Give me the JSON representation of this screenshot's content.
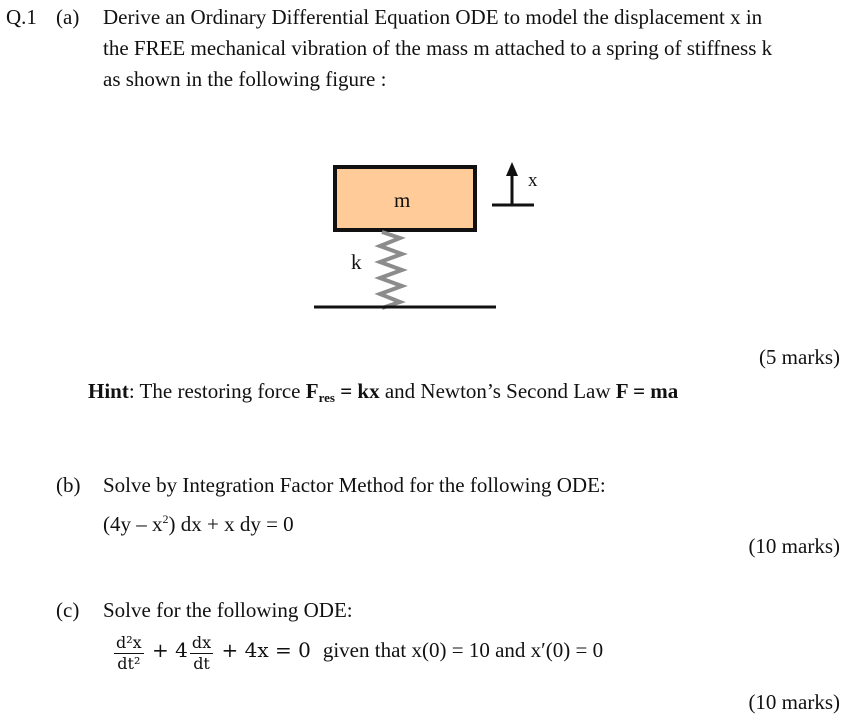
{
  "question": {
    "number": "Q.1",
    "part_a": {
      "label": "(a)",
      "lines": [
        "Derive an Ordinary Differential Equation ODE to model the displacement x in",
        "the FREE mechanical vibration of the mass m attached to a spring of stiffness k",
        "as shown in the following figure :"
      ],
      "figure": {
        "mass_label": "m",
        "spring_label": "k",
        "displacement_label": "x",
        "mass_fill": "#FFCC99",
        "spring_color": "#8C8C8C"
      },
      "marks": "(5 marks)",
      "hint": {
        "label": "Hint",
        "text1": ": The restoring force ",
        "f_res": "F",
        "f_res_sub": "res",
        "eq1": " = kx",
        "text2": " and Newton’s Second Law ",
        "eq2": "F = ma"
      }
    },
    "part_b": {
      "label": "(b)",
      "instruction": "Solve by Integration Factor Method for the following ODE:",
      "eq_pre": "(4y – x",
      "eq_sup": "2",
      "eq_post": ") dx + x dy = 0",
      "marks": "(10 marks)"
    },
    "part_c": {
      "label": "(c)",
      "instruction": "Solve for the following ODE:",
      "frac1_num": "d²x",
      "frac1_den": "dt²",
      "plus4": " + 4",
      "frac2_num": "dx",
      "frac2_den": "dt",
      "eq_rest": " + 4x = 0",
      "condition": "given that x(0) = 10 and x′(0) = 0",
      "marks": "(10 marks)"
    }
  }
}
